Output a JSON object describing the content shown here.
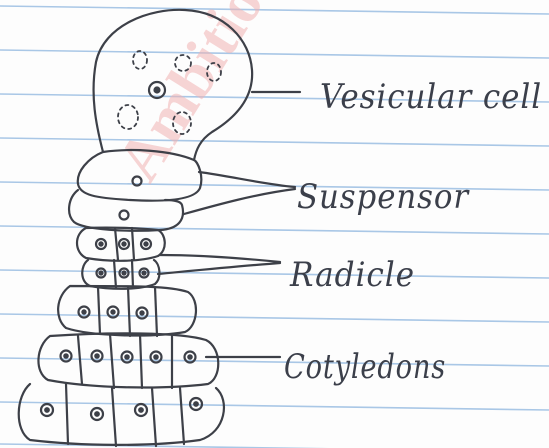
{
  "watermark": "Ambition",
  "labels": {
    "vesicular_cell": "Vesicular cell",
    "suspensor": "Suspensor",
    "radicle": "Radicle",
    "cotyledons": "Cotyledons"
  },
  "colors": {
    "paper": "#fdfdfd",
    "rule_line": "#a9c7e6",
    "ink": "#3d4048",
    "watermark": "#f1b3b3"
  }
}
